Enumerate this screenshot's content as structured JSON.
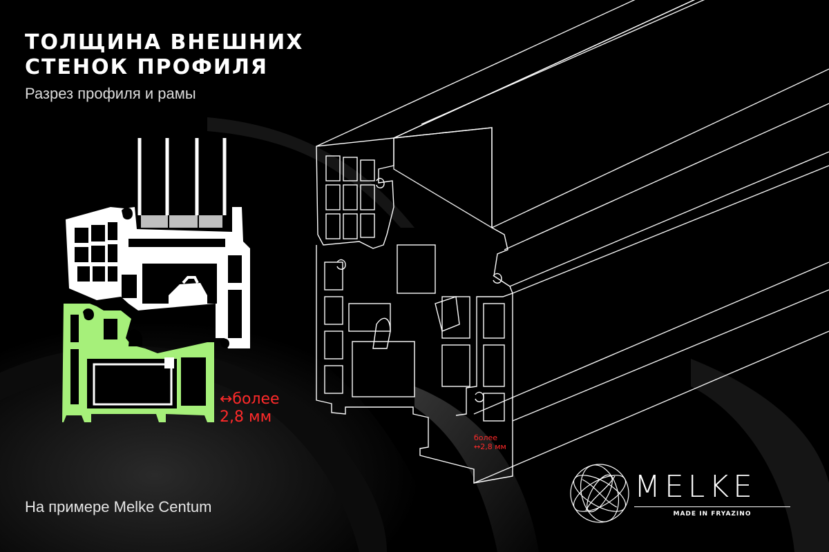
{
  "heading": {
    "line1": "ТОЛЩИНА ВНЕШНИХ",
    "line2": "СТЕНОК ПРОФИЛЯ",
    "subtitle": "Разрез профиля и рамы"
  },
  "footnote": "На примере Melke Centum",
  "dimension_main": {
    "prefix": "↔более",
    "value": "2,8 мм"
  },
  "dimension_small": {
    "prefix": "более",
    "value": "↔2,8 мм"
  },
  "brand": {
    "name": "MELKE",
    "tagline": "MADE IN FRYAZINO"
  },
  "colors": {
    "background": "#000000",
    "line": "#ffffff",
    "highlight": "#a6f07a",
    "dimension": "#ff2a2a"
  }
}
